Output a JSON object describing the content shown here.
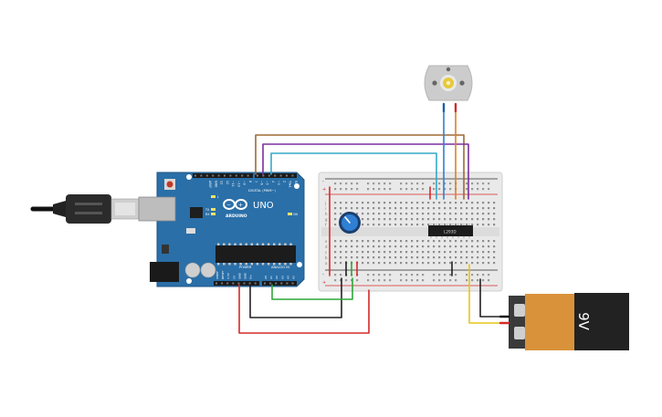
{
  "arduino": {
    "logo_text": "ARDUINO",
    "model": "UNO",
    "digital_label": "DIGITAL (PWM~)",
    "power_label": "POWER",
    "analog_label": "ANALOG IN",
    "top_pin_labels": [
      "AREF",
      "GND",
      "13",
      "12",
      "~11",
      "~10",
      "~9",
      "8",
      "7",
      "~6",
      "~5",
      "4",
      "~3",
      "2",
      "TX▸1",
      "RX◂0"
    ],
    "power_pin_labels": [
      "IOREF",
      "RESET",
      "3.3V",
      "5V",
      "GND",
      "GND",
      "Vin"
    ],
    "analog_pin_labels": [
      "A0",
      "A1",
      "A2",
      "A3",
      "A4",
      "A5"
    ],
    "led_labels": [
      "L",
      "TX",
      "RX",
      "ON"
    ]
  },
  "battery": {
    "label": "9V"
  },
  "chip": {
    "label": "L293D"
  },
  "breadboard": {
    "rail_labels": [
      "-",
      "+",
      "-",
      "+"
    ],
    "row_letters_top": [
      "j",
      "i",
      "h",
      "g",
      "f"
    ],
    "row_letters_bottom": [
      "e",
      "d",
      "c",
      "b",
      "a"
    ]
  },
  "colors": {
    "board": "#2a6fa8",
    "wire_red": "#d42a2a",
    "wire_black": "#222222",
    "wire_green": "#2fa63a",
    "wire_yellow": "#e6c619",
    "wire_orange": "#d9822b",
    "wire_purple": "#7b2fa0",
    "wire_cyan": "#35a8c9",
    "wire_brown": "#a06a35",
    "wire_blue": "#2f7fd4",
    "battery_body": "#d9923a"
  }
}
